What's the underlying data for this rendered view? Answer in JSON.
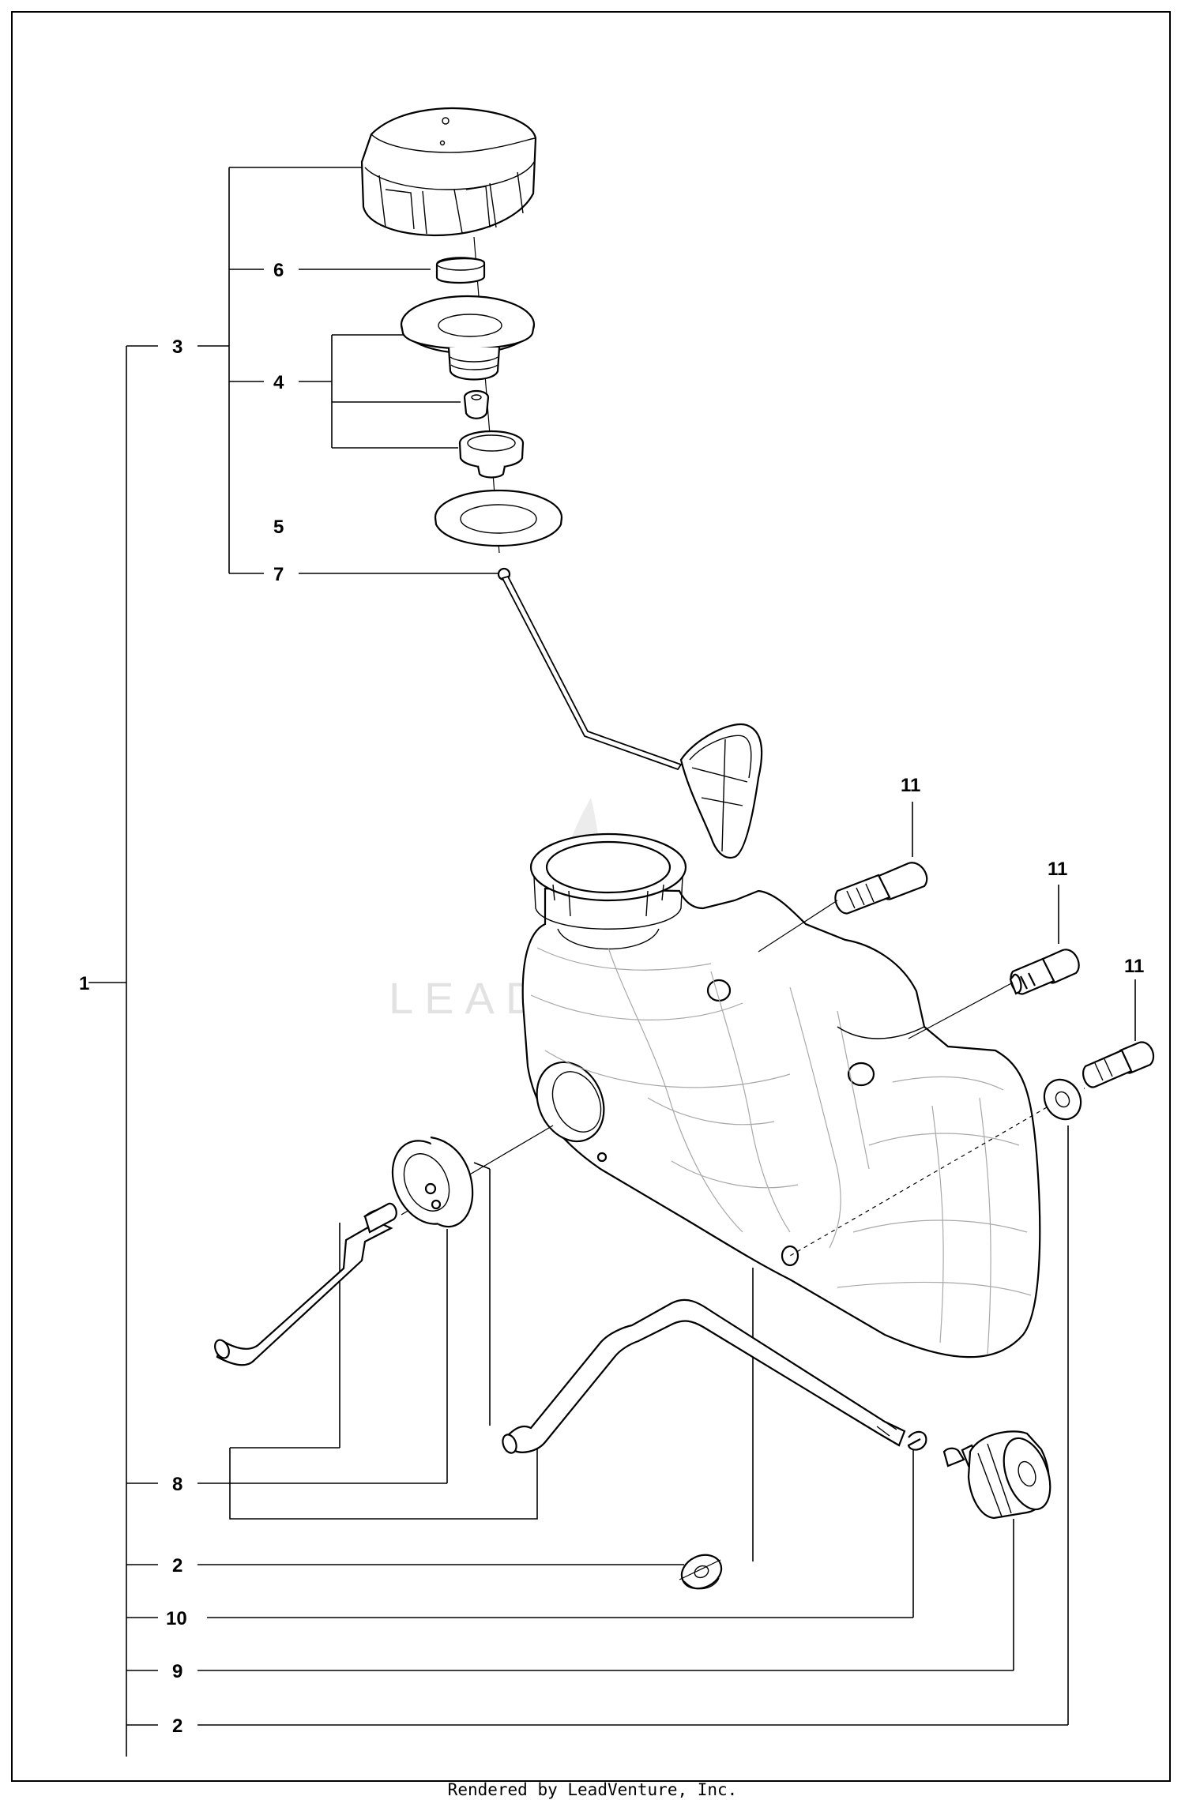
{
  "callouts": {
    "c3": "3",
    "c6": "6",
    "c4": "4",
    "c5": "5",
    "c7": "7",
    "c11a": "11",
    "c11b": "11",
    "c11c": "11",
    "c1": "1",
    "c8": "8",
    "c2a": "2",
    "c10": "10",
    "c9": "9",
    "c2b": "2"
  },
  "watermark": "LEADVENTURE",
  "footer": "Rendered by LeadVenture, Inc."
}
